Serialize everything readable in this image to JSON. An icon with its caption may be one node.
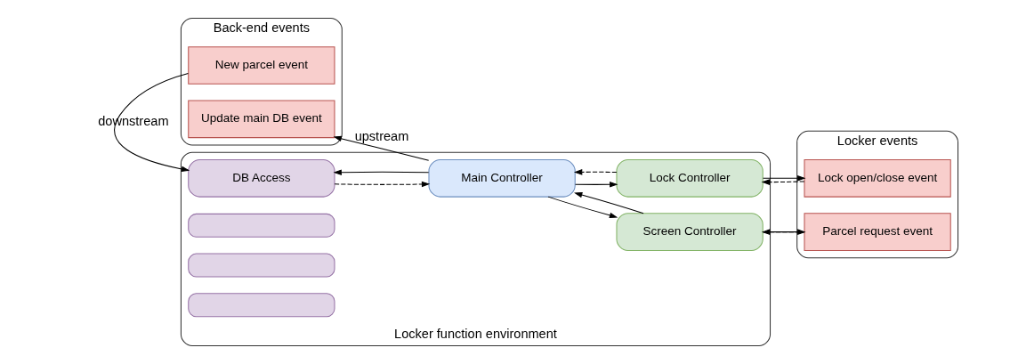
{
  "diagram": {
    "nodes": [
      {
        "text": [
          "Back-end events"
        ]
      },
      {
        "text": [
          "New parcel event"
        ],
        "in": 0
      },
      {
        "text": [
          "Update main DB event"
        ],
        "in": 0
      },
      {
        "text": [
          "Locker function environment"
        ]
      },
      {
        "text": [
          "DB Access"
        ],
        "in": 3
      },
      {
        "text": [],
        "shape": "box",
        "in": 3
      },
      {
        "text": [],
        "shape": "box",
        "in": 3
      },
      {
        "text": [],
        "shape": "box",
        "in": 3
      },
      {
        "text": [
          "Main Controller"
        ],
        "in": 3
      },
      {
        "text": [
          "Lock Controller"
        ],
        "in": 3
      },
      {
        "text": [
          "Screen Controller"
        ],
        "in": 3
      },
      {
        "text": [
          "Locker events"
        ]
      },
      {
        "text": [
          "Lock open/close event"
        ],
        "in": 11
      },
      {
        "text": [
          "Parcel request event"
        ],
        "in": 11
      }
    ],
    "edges": [
      {
        "from": 1,
        "to": 4,
        "arrow": "to",
        "label": "downstream"
      },
      {
        "from": 8,
        "to": 2,
        "arrow": "to",
        "label": "upstream"
      },
      {
        "from": 8,
        "to": 4,
        "arrow": "to"
      },
      {
        "from": 4,
        "to": 8,
        "arrow": "to",
        "style": "dashed"
      },
      {
        "from": 8,
        "to": 9,
        "arrow": "to"
      },
      {
        "from": 9,
        "to": 8,
        "arrow": "to",
        "style": "dashed"
      },
      {
        "from": 8,
        "to": 10,
        "arrow": "to"
      },
      {
        "from": 10,
        "to": 8,
        "arrow": "to"
      },
      {
        "from": 9,
        "to": 12,
        "arrow": "to"
      },
      {
        "from": 12,
        "to": 9,
        "arrow": "to",
        "style": "dashed"
      },
      {
        "from": 10,
        "to": 13,
        "arrow": "to",
        "style": "dashed"
      },
      {
        "from": 13,
        "to": 10,
        "arrow": "to"
      }
    ]
  }
}
